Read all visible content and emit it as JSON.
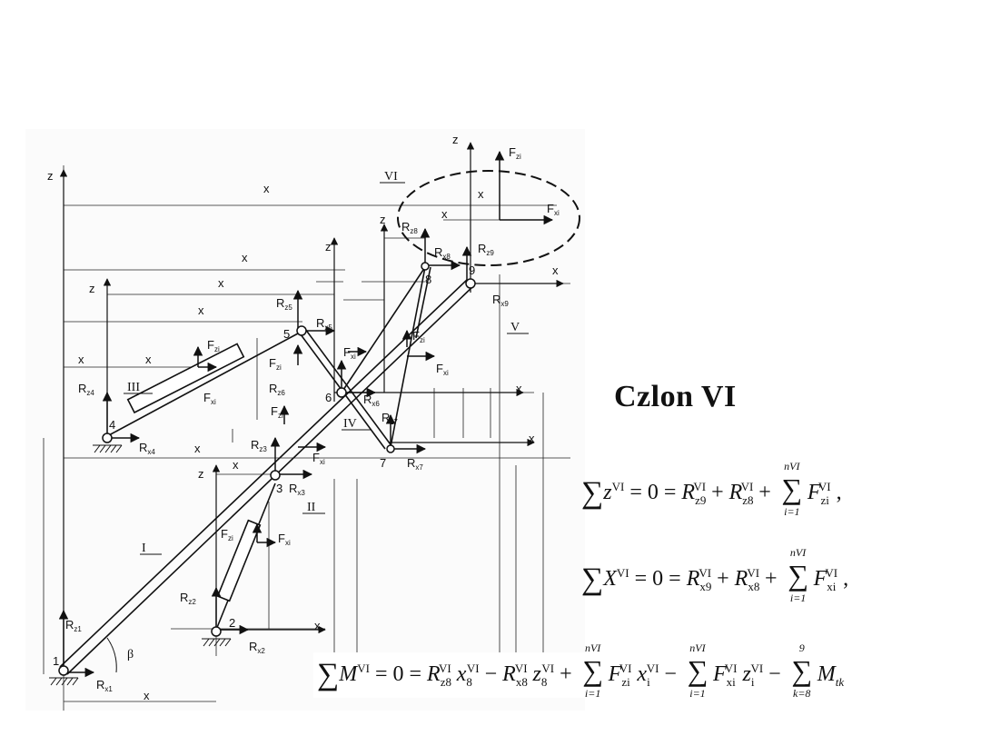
{
  "slide": {
    "title": "Czlon VI"
  },
  "equations": {
    "eq_z": "∑ z^VI = 0 = R_z9^VI + R_z8^VI + ∑_{i=1}^{nVI} F_zi^VI ,",
    "eq_x": "∑ X^VI = 0 = R_x9^VI + R_x8^VI + ∑_{i=1}^{nVI} F_xi^VI ,",
    "eq_m": "∑ M^VI = 0 = R_z8^VI x_8^VI − R_x8^VI z_8^VI + ∑_{i=1}^{nVI} F_zi^VI x_i^VI − ∑_{i=1}^{nVI} F_xi^VI z_i^VI − ∑_{k=8}^{9} M_tk",
    "sum_upper": "nVI",
    "sum_lower": "i=1",
    "sum_m_upper": "9",
    "sum_m_lower": "k=8"
  },
  "diagram": {
    "nodes": [
      "1",
      "2",
      "3",
      "4",
      "5",
      "6",
      "7",
      "8",
      "9"
    ],
    "link_labels": [
      "I",
      "II",
      "III",
      "IV",
      "V",
      "VI"
    ],
    "angle_label": "β"
  }
}
